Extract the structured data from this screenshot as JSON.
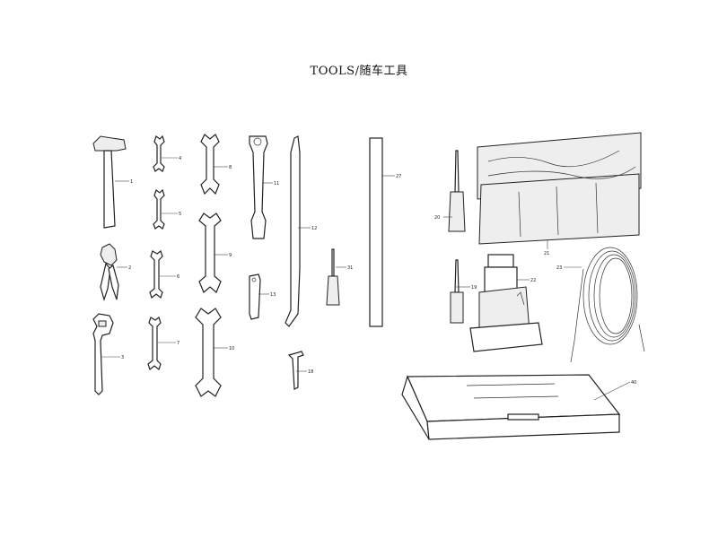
{
  "title": "TOOLS/随车工具",
  "callouts": [
    "1",
    "2",
    "3",
    "4",
    "5",
    "6",
    "7",
    "8",
    "9",
    "10",
    "11",
    "12",
    "13",
    "18",
    "19",
    "20",
    "21",
    "22",
    "23",
    "27",
    "31",
    "40"
  ]
}
